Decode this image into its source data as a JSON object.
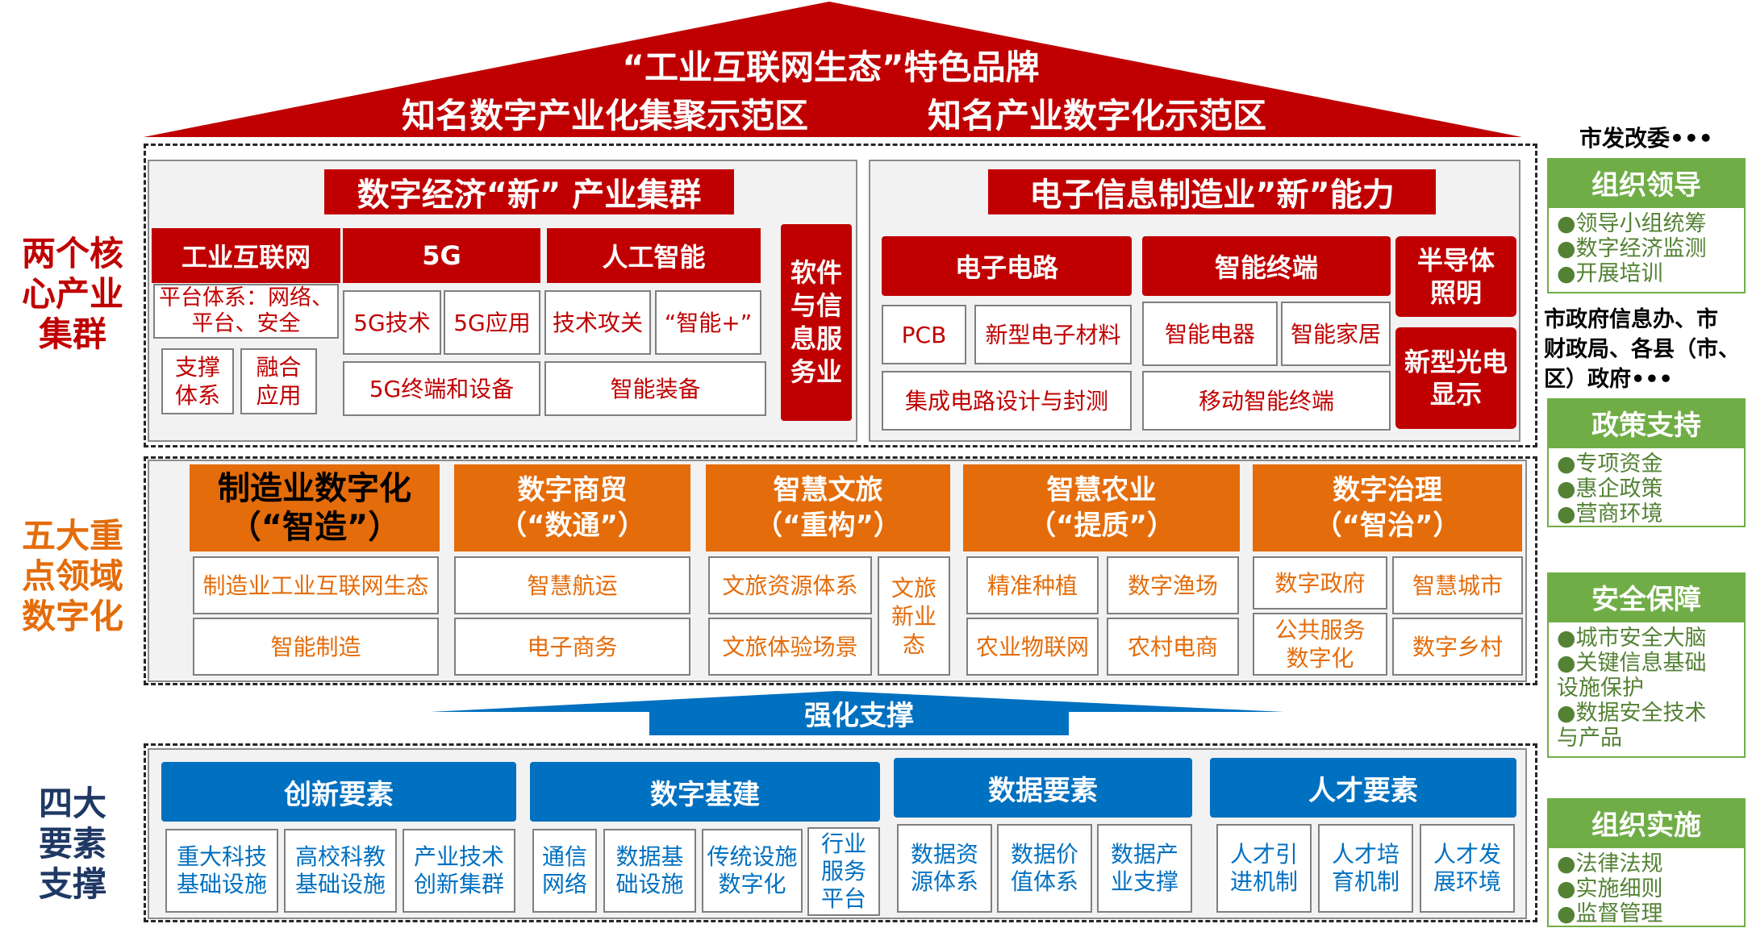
{
  "roof": {
    "line1": "“工业互联网生态”特色品牌",
    "line2_left": "知名数字产业化集聚示范区",
    "line2_right": "知名产业数字化示范区"
  },
  "side_labels": {
    "core": "两个核\n心产业\n集群",
    "five": "五大重\n点领域\n数字化",
    "four": "四大\n要素\n支撑"
  },
  "cluster_left": {
    "title": "数字经济“新” 产业集群",
    "industrial_internet": {
      "header": "工业互联网",
      "platform": "平台体系：网络、\n平台、安全",
      "support": "支撑\n体系",
      "app": "融合\n应用"
    },
    "fiveg": {
      "header": "5G",
      "tech": "5G技术",
      "app": "5G应用",
      "terminal": "5G终端和设备"
    },
    "ai": {
      "header": "人工智能",
      "tech": "技术攻关",
      "plus": "“智能+”",
      "equip": "智能装备"
    },
    "software": "软件\n与信\n息服\n务业"
  },
  "cluster_right": {
    "title": "电子信息制造业”新”能力",
    "circuit": {
      "header": "电子电路",
      "pcb": "PCB",
      "material": "新型电子材料",
      "ic": "集成电路设计与封测"
    },
    "terminal": {
      "header": "智能终端",
      "appliance": "智能电器",
      "home": "智能家居",
      "mobile": "移动智能终端"
    },
    "semi": "半导体\n照明",
    "opto": "新型光电\n显示"
  },
  "five_domains": [
    {
      "header": "制造业数字化\n（“智造”）",
      "items": [
        "制造业工业互联网生态",
        "智能制造"
      ]
    },
    {
      "header": "数字商贸\n（“数通”）",
      "items": [
        "智慧航运",
        "电子商务"
      ]
    },
    {
      "header": "智慧文旅\n（“重构”）",
      "items": [
        "文旅资源体系",
        "文旅体验场景",
        "文旅\n新业\n态"
      ]
    },
    {
      "header": "智慧农业\n（“提质”）",
      "items": [
        "精准种植",
        "数字渔场",
        "农业物联网",
        "农村电商"
      ]
    },
    {
      "header": "数字治理\n（“智治”）",
      "items": [
        "数字政府",
        "智慧城市",
        "公共服务\n数字化",
        "数字乡村"
      ]
    }
  ],
  "arrow_label": "强化支撑",
  "four_elements": [
    {
      "header": "创新要素",
      "items": [
        "重大科技\n基础设施",
        "高校科教\n基础设施",
        "产业技术\n创新集群"
      ]
    },
    {
      "header": "数字基建",
      "items": [
        "通信\n网络",
        "数据基\n础设施",
        "传统设施\n数字化",
        "行业\n服务\n平台"
      ]
    },
    {
      "header": "数据要素",
      "items": [
        "数据资\n源体系",
        "数据价\n值体系",
        "数据产\n业支撑"
      ]
    },
    {
      "header": "人才要素",
      "items": [
        "人才引\n进机制",
        "人才培\n育机制",
        "人才发\n展环境"
      ]
    }
  ],
  "right_panel": {
    "top_note": "市发改委•••",
    "org_lead": {
      "header": "组织领导",
      "body": "●领导小组统筹\n●数字经济监测\n●开展培训"
    },
    "mid_note": "市政府信息办、市\n财政局、各县（市、\n区）政府•••",
    "policy": {
      "header": "政策支持",
      "body": "●专项资金\n●惠企政策\n●营商环境"
    },
    "security": {
      "header": "安全保障",
      "body": "●城市安全大脑\n●关键信息基础\n设施保护\n●数据安全技术\n与产品"
    },
    "impl": {
      "header": "组织实施",
      "body": "●法律法规\n●实施细则\n●监督管理"
    }
  },
  "colors": {
    "red": "#c00000",
    "orange": "#e46c0a",
    "blue": "#0070c0",
    "green": "#70ad47"
  }
}
